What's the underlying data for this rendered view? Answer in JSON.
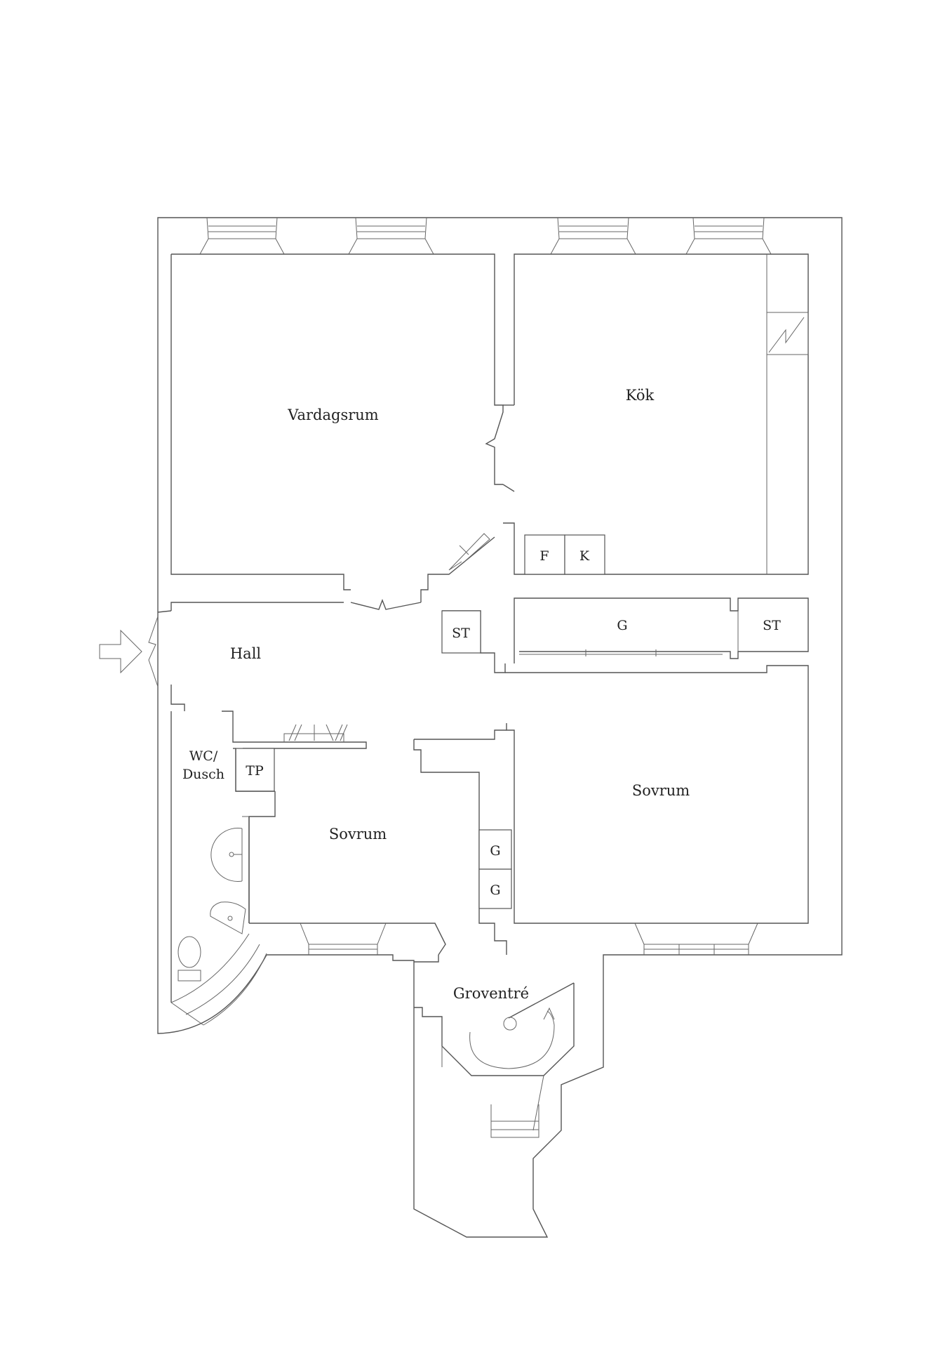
{
  "rooms": {
    "vardagsrum": "Vardagsrum",
    "kok": "Kök",
    "hall": "Hall",
    "wc_line1": "WC/",
    "wc_line2": "Dusch",
    "sovrum_left": "Sovrum",
    "sovrum_right": "Sovrum",
    "groventre": "Groventré"
  },
  "fixtures": {
    "fridge": "F",
    "freezer": "K",
    "storage_hall": "ST",
    "storage_right": "ST",
    "wardrobe_long": "G",
    "wardrobe_upper": "G",
    "wardrobe_lower": "G",
    "tp": "TP"
  },
  "colors": {
    "line": "#555555",
    "background": "#ffffff",
    "text": "#222222"
  }
}
